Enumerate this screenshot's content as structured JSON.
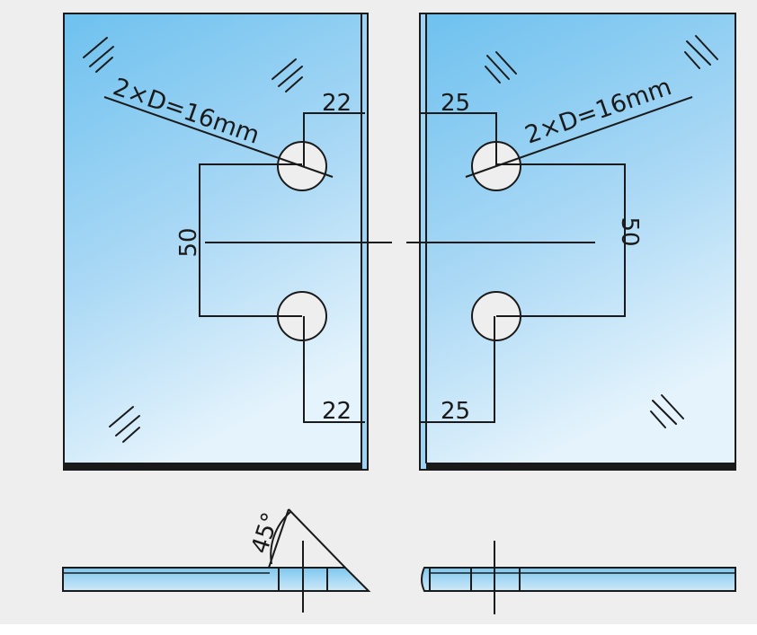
{
  "labels": {
    "hole_spec_left": "2×D=16mm",
    "hole_spec_right": "2×D=16mm",
    "left_top_offset": "22",
    "left_bottom_offset": "22",
    "right_top_offset": "25",
    "right_bottom_offset": "25",
    "left_spacing": "50",
    "right_spacing": "50",
    "bevel_angle": "45°"
  },
  "colors": {
    "background": "#eeeeee",
    "glass_top": "#6ec1ef",
    "glass_mid": "#a9d8f5",
    "glass_bottom": "#e4f3fc",
    "hole_fill": "#eeeeee",
    "line": "#1a1a1a"
  }
}
